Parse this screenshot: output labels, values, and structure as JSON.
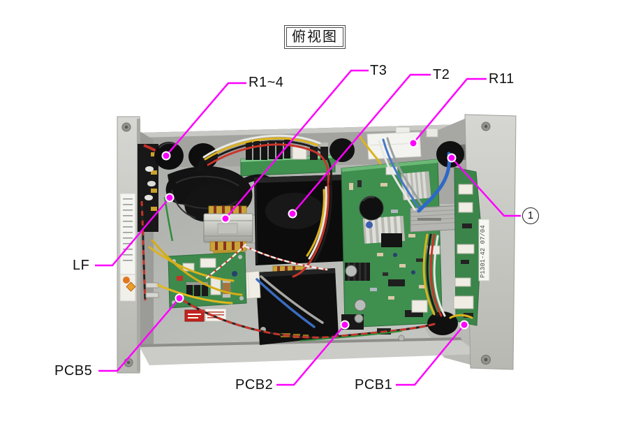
{
  "title": {
    "text": "俯视图"
  },
  "callouts": {
    "r14": {
      "label": "R1~4",
      "points_to": "resistors-under-left-grommet"
    },
    "t3": {
      "label": "T3",
      "points_to": "metal-transformer-center-left"
    },
    "t2": {
      "label": "T2",
      "points_to": "large-black-transformer-center"
    },
    "r11": {
      "label": "R11",
      "points_to": "white-ribbon-top-right"
    },
    "circle1": {
      "label": "1",
      "points_to": "right-cable-grommet"
    },
    "lf": {
      "label": "LF",
      "points_to": "black-coiled-line-filter"
    },
    "pcb5": {
      "label": "PCB5",
      "points_to": "small-green-board-lower-left"
    },
    "pcb2": {
      "label": "PCB2",
      "points_to": "large-green-board-center"
    },
    "pcb1": {
      "label": "PCB1",
      "points_to": "narrow-green-board-right"
    }
  },
  "photo": {
    "description": "top view of open chassis with transformers, line filter and PCBs",
    "serial_label": "P1301-42 07/04",
    "colors": {
      "callout_line": "#ff00ff",
      "pcb_green": "#3f8f4f",
      "chassis_gray": "#c6c6c2",
      "transformer_black": "#0d0d0d",
      "winding_yellow": "#c9a537"
    }
  }
}
